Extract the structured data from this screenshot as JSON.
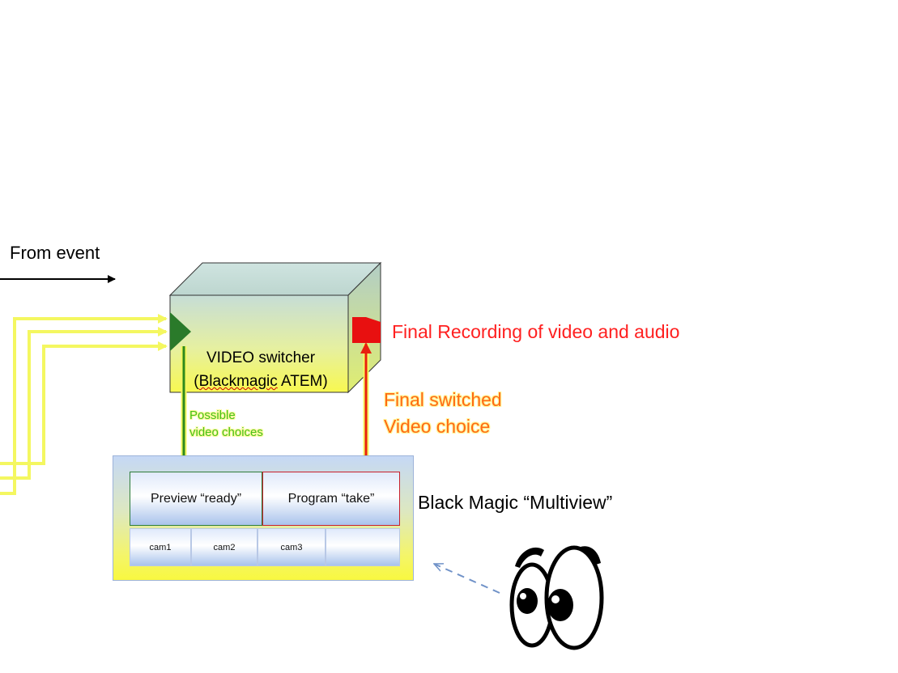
{
  "from_event": "From event",
  "switcher": {
    "line1": "VIDEO switcher",
    "line2_prefix": "(",
    "line2_brand": "Blackmagic",
    "line2_suffix": " ATEM)"
  },
  "final_recording": "Final Recording of video and audio",
  "final_switched": {
    "line1": "Final switched",
    "line2": "Video choice"
  },
  "possible_choices": {
    "line1": "Possible",
    "line2": "video choices"
  },
  "multiview": {
    "label": "Black Magic “Multiview”",
    "preview": "Preview “ready”",
    "program": "Program “take”",
    "cams": [
      "cam1",
      "cam2",
      "cam3",
      ""
    ]
  },
  "colors": {
    "signal_yellow": "#f4f760",
    "switcher_top": "#c8e0d0",
    "switcher_bottom": "#f8f860",
    "output_red": "#e81010",
    "input_green": "#2a7a2a",
    "arrow_green": "#2e8a1c",
    "arrow_red": "#e82010",
    "label_red": "#ff2020",
    "label_orange": "#ff6a14",
    "label_green": "#46c21a",
    "dashed_arrow": "#7092c8"
  }
}
